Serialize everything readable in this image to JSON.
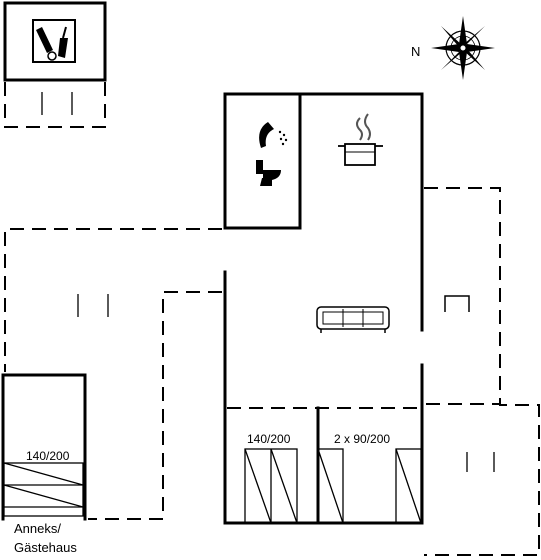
{
  "compass": {
    "north_letter": "N"
  },
  "rooms": {
    "bedroom_1": {
      "bed_label": "140/200"
    },
    "bedroom_2": {
      "bed_label": "2 x 90/200"
    },
    "annex": {
      "bed_label": "140/200",
      "name_line1": "Anneks/",
      "name_line2": "Gästehaus"
    }
  },
  "icons": [
    "shower-icon",
    "toilet-icon",
    "cooking-pot-icon",
    "sofa-icon",
    "tools-icon",
    "compass-rose-icon",
    "garden-chair-icon"
  ],
  "colors": {
    "line": "#000000",
    "background": "#ffffff"
  }
}
